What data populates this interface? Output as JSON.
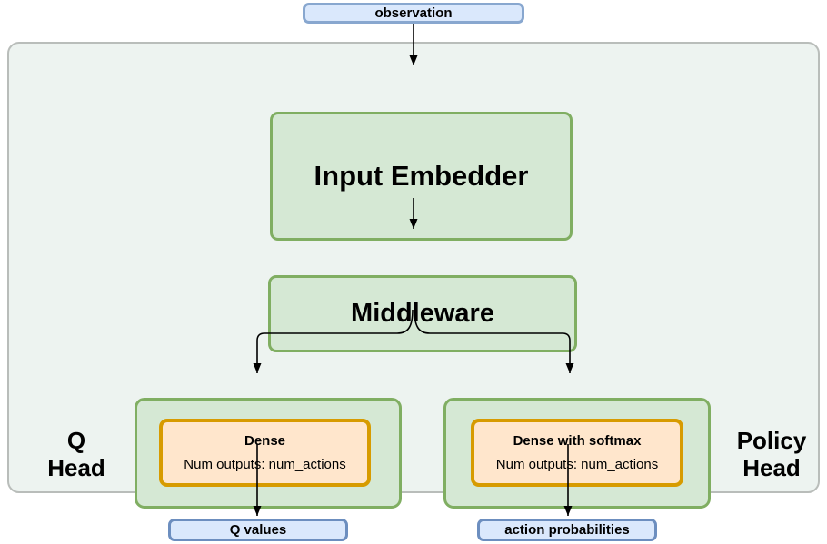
{
  "diagram": {
    "observation": {
      "label": "observation"
    },
    "input_embedder": {
      "label": "Input Embedder"
    },
    "middleware": {
      "label": "Middleware"
    },
    "q_head": {
      "line1": "Q",
      "line2": "Head",
      "dense": {
        "title": "Dense",
        "subtitle": "Num outputs: num_actions"
      }
    },
    "policy_head": {
      "line1": "Policy",
      "line2": "Head",
      "dense": {
        "title": "Dense with softmax",
        "subtitle": "Num outputs: num_actions"
      }
    },
    "outputs": {
      "q_values": {
        "label": "Q values"
      },
      "action_probabilities": {
        "label": "action probabilities"
      }
    },
    "colors": {
      "page_bg": "#ffffff",
      "outer_fill": "#edf3f0",
      "outer_border": "#b9bdba",
      "green_fill": "#d5e8d4",
      "green_border": "#80ae62",
      "orange_fill": "#ffe6cc",
      "orange_border": "#d79b00",
      "blue_fill": "#dae8fc",
      "blue_border": "#6c8ebf",
      "blue_border_light": "#88a7cf",
      "arrow_color": "#000000",
      "text_color": "#000000"
    }
  }
}
